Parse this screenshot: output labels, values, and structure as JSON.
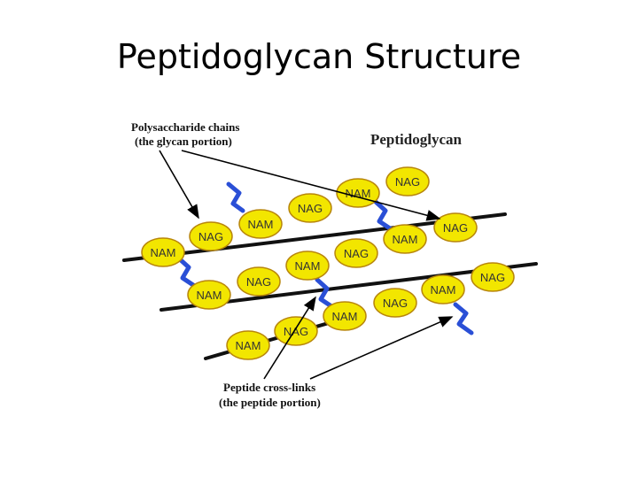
{
  "slide": {
    "title": "Peptidoglycan Structure"
  },
  "diagram": {
    "heading": "Peptidoglycan",
    "glycan_caption": {
      "line1": "Polysaccharide chains",
      "line2": "(the glycan portion)"
    },
    "peptide_caption": {
      "line1": "Peptide cross-links",
      "line2": "(the peptide portion)"
    },
    "colors": {
      "sugar_fill": "#f2e600",
      "sugar_stroke": "#b8860b",
      "crosslink": "#2a4fd6",
      "backbone": "#111111"
    },
    "chains": [
      {
        "nodes": [
          "NAM",
          "NAG",
          "NAM",
          "NAG",
          "NAM",
          "NAG"
        ]
      },
      {
        "nodes": [
          "NAM",
          "NAG",
          "NAM",
          "NAG",
          "NAM",
          "NAG"
        ]
      },
      {
        "nodes": [
          "NAM",
          "NAG",
          "NAM",
          "NAG",
          "NAM",
          "NAG"
        ]
      }
    ]
  }
}
